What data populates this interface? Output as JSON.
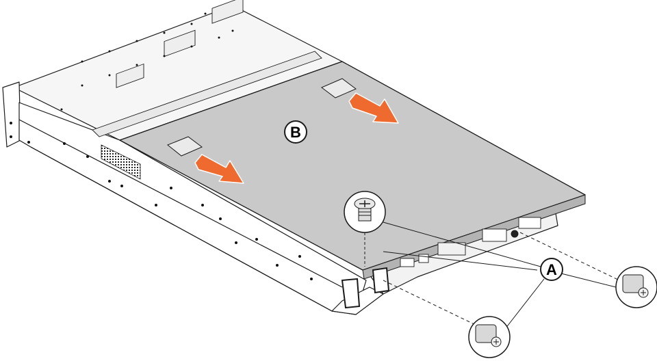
{
  "callouts": {
    "a": "A",
    "b": "B"
  },
  "colors": {
    "cover": "#c9c9c9",
    "arrow": "#ef6a2e",
    "line": "#1a1a1a"
  },
  "icons": [
    "server-chassis",
    "top-cover",
    "slide-direction-arrow",
    "thumbscrew",
    "screw-head-detail"
  ]
}
